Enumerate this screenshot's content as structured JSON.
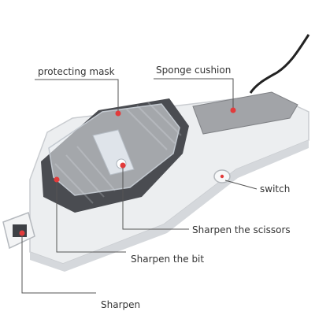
{
  "labels": {
    "protecting_mask": "protecting mask",
    "sponge_cushion": "Sponge cushion",
    "switch": "switch",
    "sharpen_scissors": "Sharpen the scissors",
    "sharpen_bit": "Sharpen the bit",
    "sharpen": "Sharpen"
  },
  "colors": {
    "body": "#ecedef",
    "slot_dark": "#4a4c51",
    "sponge": "#9ea0a4",
    "pointer_dot": "#e23b3b",
    "leader_line": "#555555"
  }
}
